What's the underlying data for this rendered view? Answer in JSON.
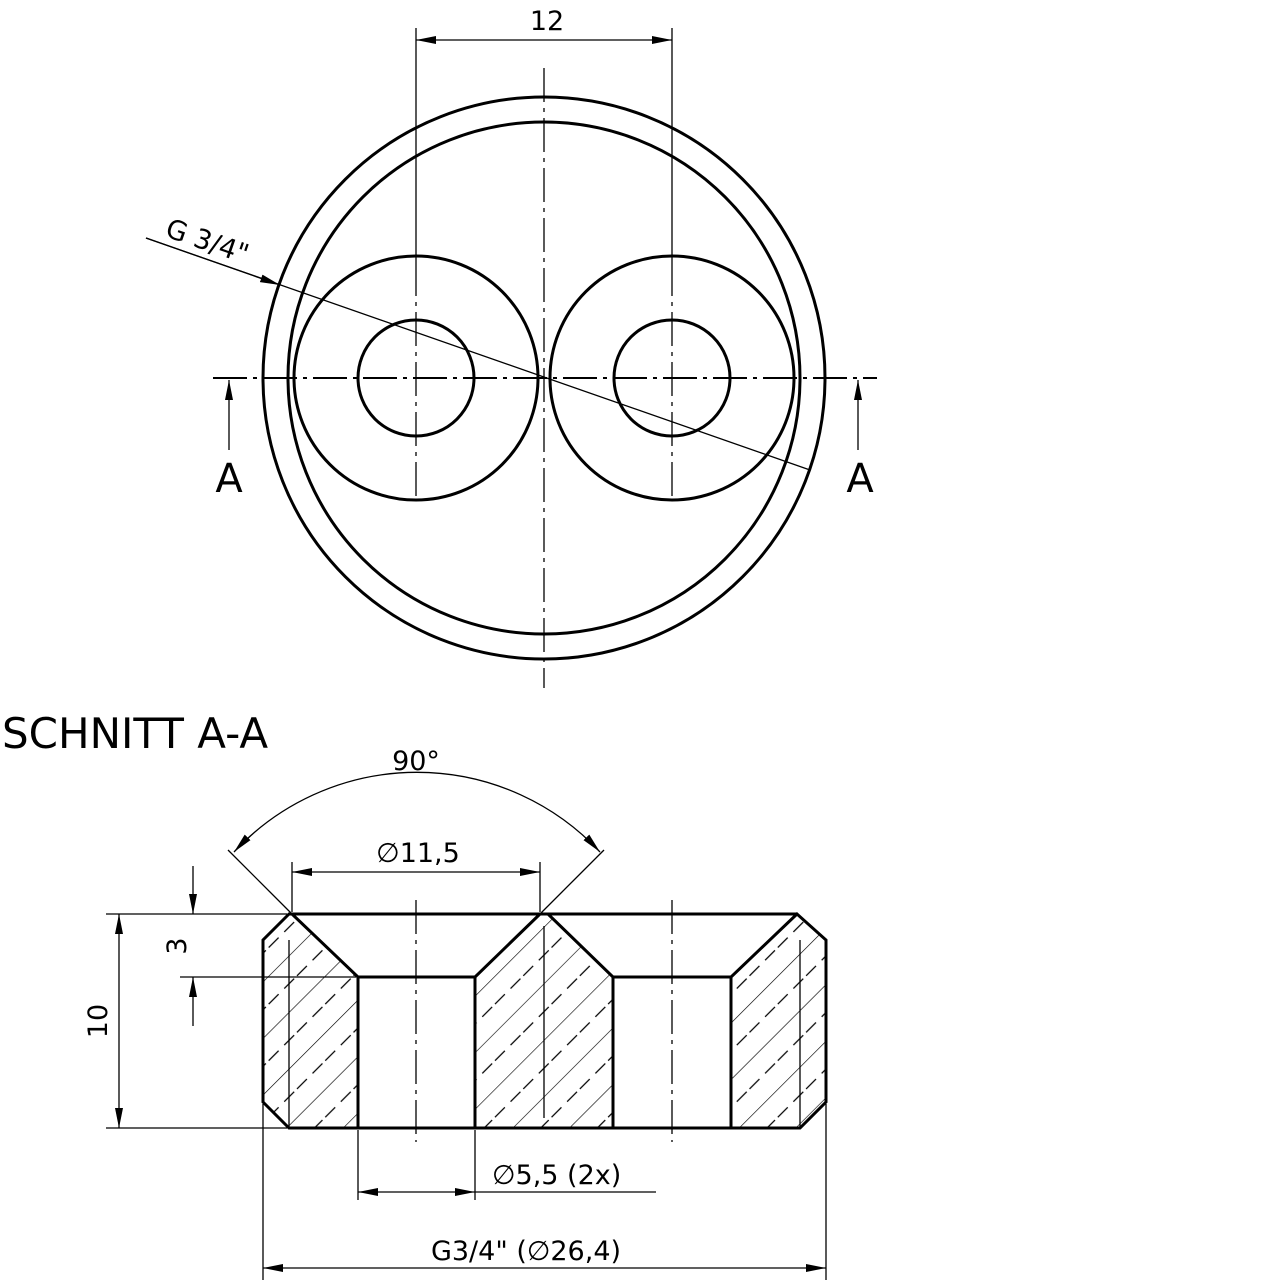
{
  "top_view": {
    "dim_spacing": "12",
    "thread_label": "G 3/4\"",
    "section_mark_left": "A",
    "section_mark_right": "A"
  },
  "section_view": {
    "title": "SCHNITT A-A",
    "angle": "90°",
    "countersink_diameter": "∅11,5",
    "countersink_depth": "3",
    "height": "10",
    "hole_diameter": "∅5,5 (2x)",
    "outer_diameter": "G3/4\" (∅26,4)"
  }
}
